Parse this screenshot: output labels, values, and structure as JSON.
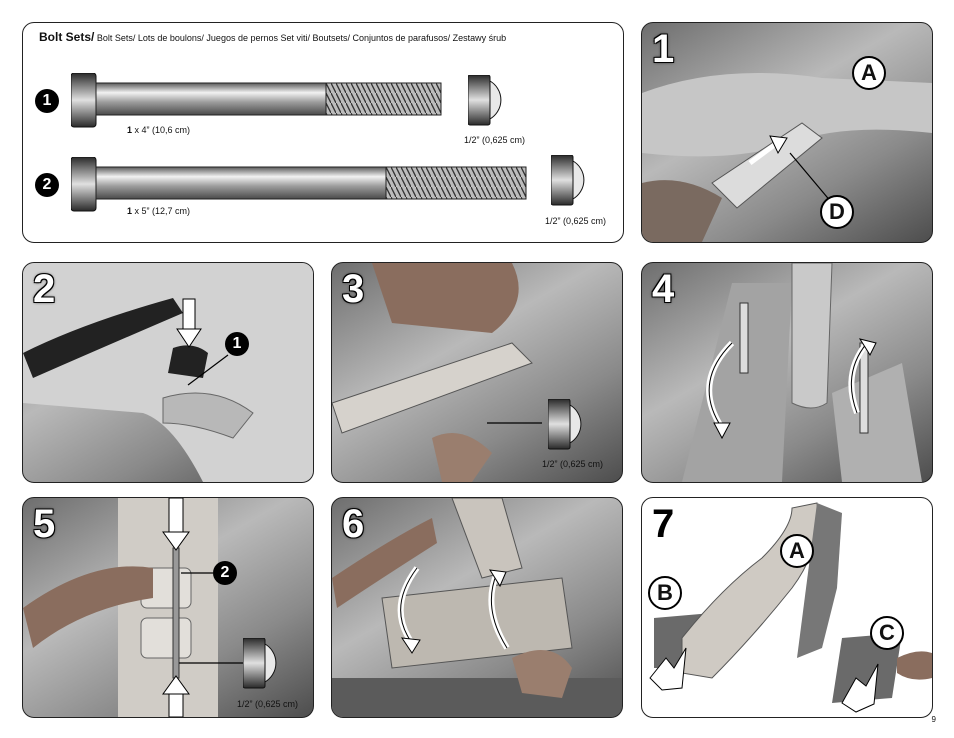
{
  "bolt_sets": {
    "title": "Bolt Sets/",
    "translations": "Bolt Sets/ Lots de boulons/ Juegos de pernos Set viti/  Boutsets/ Conjuntos de parafusos/ Zestawy śrub",
    "items": [
      {
        "badge": "1",
        "qty": "1",
        "size": "x 4” (10,6 cm)",
        "nut": "1/2” (0,625 cm)"
      },
      {
        "badge": "2",
        "qty": "1",
        "size": "x 5” (12,7 cm)",
        "nut": "1/2” (0,625 cm)"
      }
    ]
  },
  "steps": [
    {
      "num": "1",
      "labels": [
        "A",
        "D"
      ]
    },
    {
      "num": "2",
      "badge": "1"
    },
    {
      "num": "3",
      "nut": "1/2” (0,625 cm)"
    },
    {
      "num": "4"
    },
    {
      "num": "5",
      "badge": "2",
      "nut": "1/2” (0,625 cm)"
    },
    {
      "num": "6"
    },
    {
      "num": "7",
      "labels": [
        "A",
        "B",
        "C"
      ]
    }
  ],
  "page_number": "9"
}
